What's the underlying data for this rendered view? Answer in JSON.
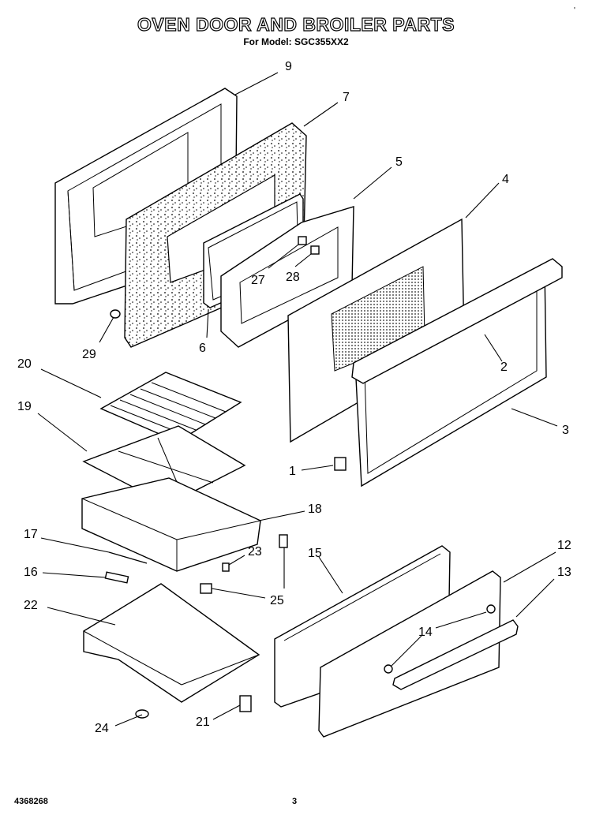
{
  "header": {
    "title": "OVEN DOOR AND BROILER PARTS",
    "subtitle": "For Model: SGC355XX2"
  },
  "footer": {
    "doc_number": "4368268",
    "page_number": "3",
    "corner_mark": "'"
  },
  "callouts": [
    "1",
    "2",
    "3",
    "4",
    "5",
    "6",
    "7",
    "9",
    "12",
    "13",
    "14",
    "15",
    "16",
    "17",
    "18",
    "19",
    "20",
    "21",
    "22",
    "23",
    "24",
    "25",
    "27",
    "28",
    "29"
  ]
}
